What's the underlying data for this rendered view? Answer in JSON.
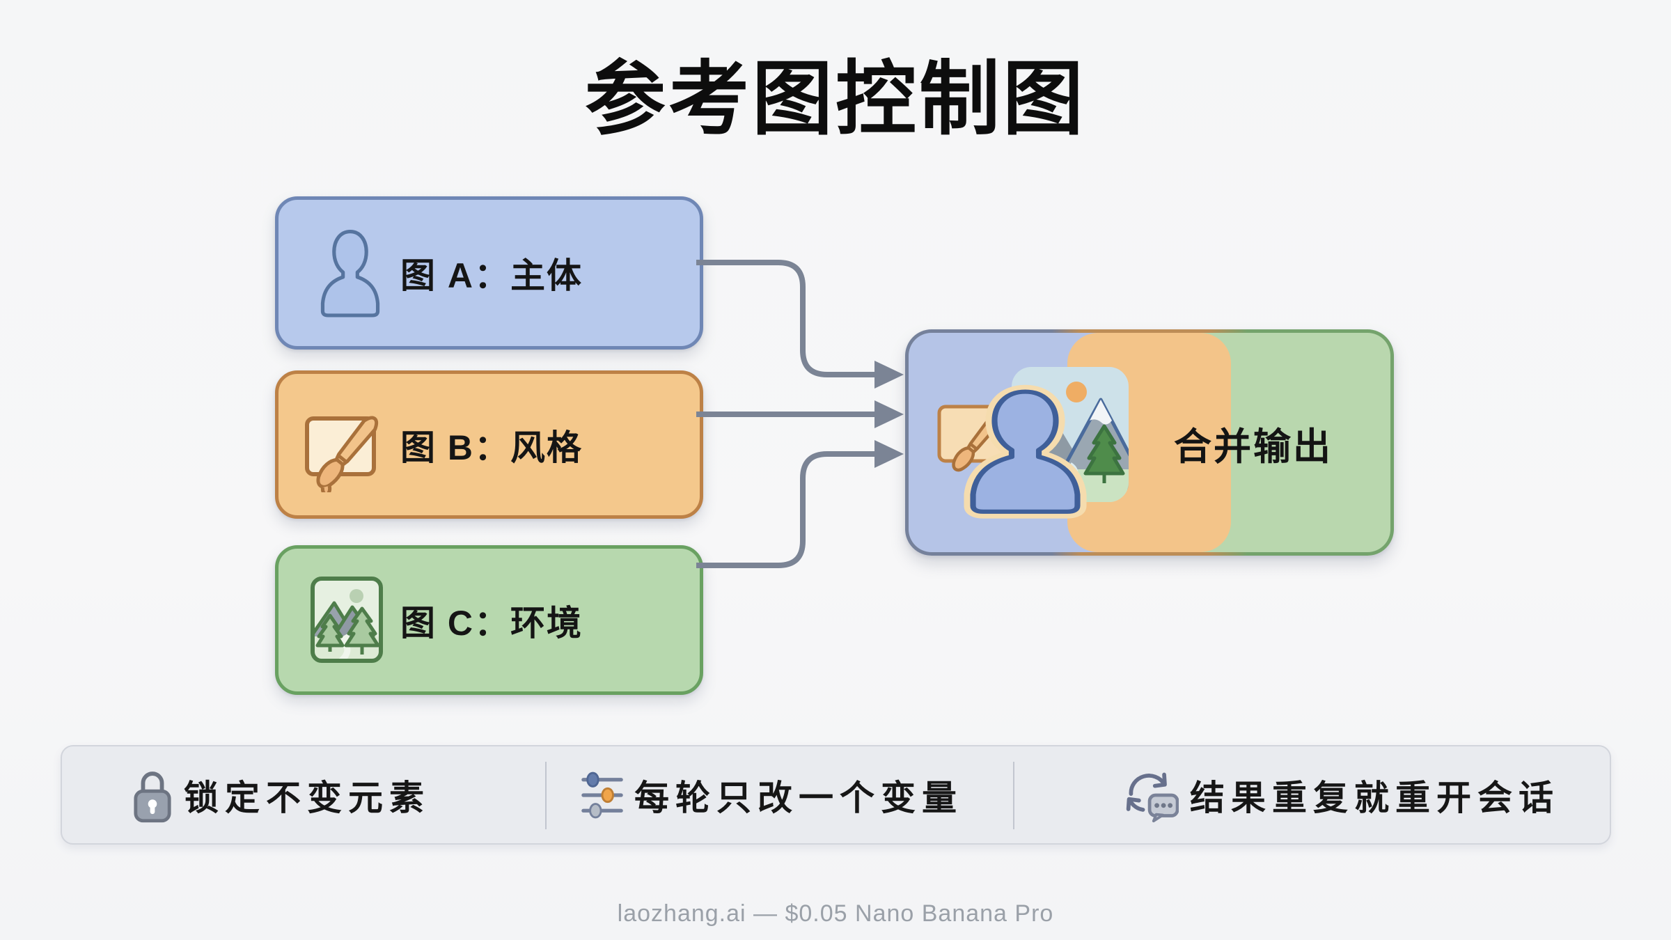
{
  "title": "参考图控制图",
  "input_boxes": [
    {
      "id": "A",
      "label": "图 A：主体",
      "icon": "person-icon",
      "fill": "#b7c9ec",
      "border": "#6f87b5"
    },
    {
      "id": "B",
      "label": "图 B：风格",
      "icon": "paintbrush-canvas-icon",
      "fill": "#f4c88c",
      "border": "#bd8146"
    },
    {
      "id": "C",
      "label": "图 C：环境",
      "icon": "landscape-icon",
      "fill": "#b7d8ae",
      "border": "#69a161"
    }
  ],
  "output_box": {
    "label": "合并输出",
    "icon": "merged-image-icon",
    "bands": [
      "#b5c4e7",
      "#f3c489",
      "#b9d7ae"
    ]
  },
  "tips_bar": [
    {
      "label": "锁定不变元素",
      "icon": "lock-icon"
    },
    {
      "label": "每轮只改一个变量",
      "icon": "sliders-icon"
    },
    {
      "label": "结果重复就重开会话",
      "icon": "refresh-chat-icon"
    }
  ],
  "footer": "laozhang.ai — $0.05 Nano Banana Pro",
  "arrow_color": "#7b8495"
}
